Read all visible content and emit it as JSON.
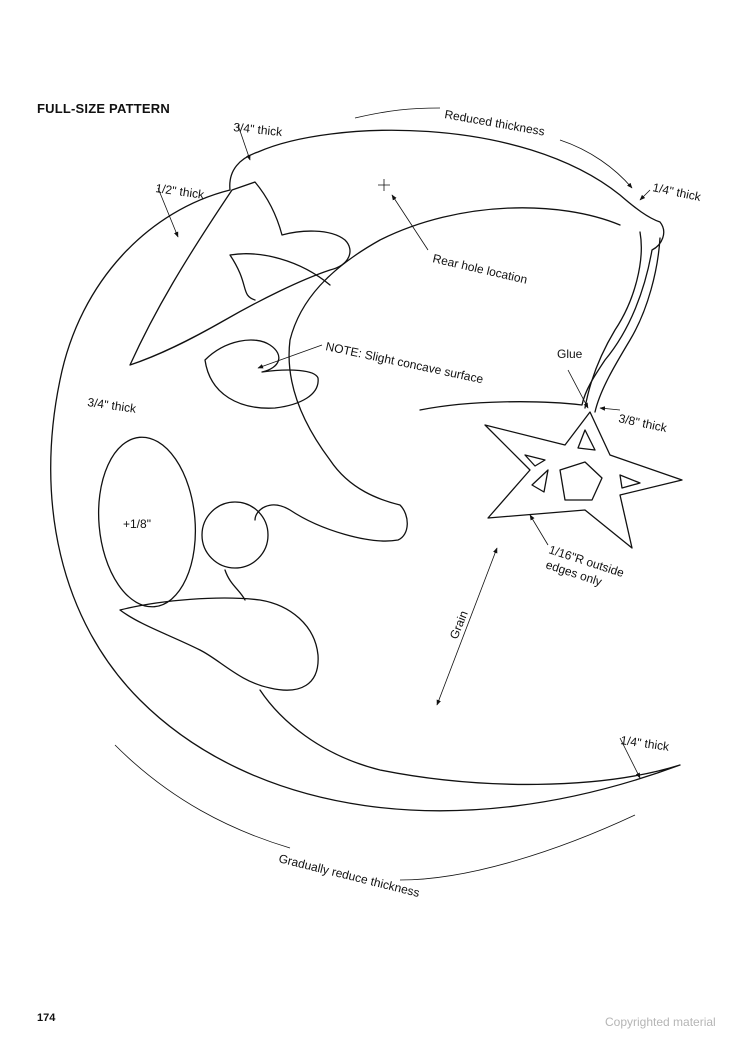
{
  "page": {
    "title": "FULL-SIZE PATTERN",
    "page_number": "174",
    "copyright": "Copyrighted material"
  },
  "labels": {
    "three_quarter_thick_top": "3/4\" thick",
    "half_thick": "1/2\" thick",
    "reduced_thickness": "Reduced thickness",
    "quarter_thick_top": "1/4\" thick",
    "rear_hole": "Rear hole location",
    "note": "NOTE: Slight concave surface",
    "glue": "Glue",
    "three_eighths_thick": "3/8\" thick",
    "three_quarter_thick_left": "3/4\" thick",
    "plus_eighth": "+1/8\"",
    "radius_note_line1": "1/16\"R outside",
    "radius_note_line2": "edges only",
    "grain": "Grain",
    "quarter_thick_bottom": "1/4\" thick",
    "gradually_reduce": "Gradually reduce thickness"
  }
}
